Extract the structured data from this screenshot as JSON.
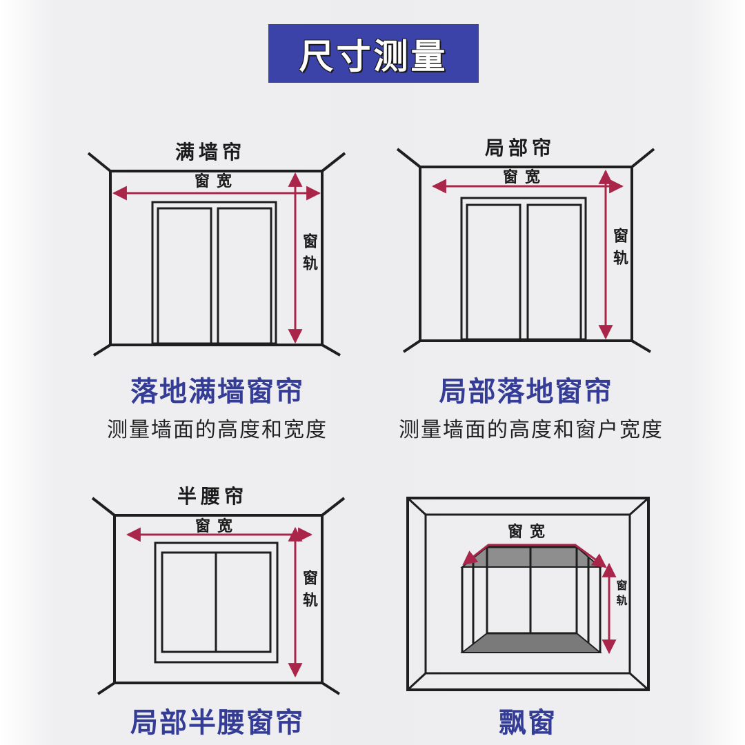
{
  "title": "尺寸测量",
  "panels": [
    {
      "heading": "满墙帘",
      "width_label": "窗宽",
      "height_label": "窗轨",
      "caption": "落地满墙窗帘",
      "description": "测量墙面的高度和宽度"
    },
    {
      "heading": "局部帘",
      "width_label": "窗宽",
      "height_label": "窗轨",
      "caption": "局部落地窗帘",
      "description": "测量墙面的高度和窗户宽度"
    },
    {
      "heading": "半腰帘",
      "width_label": "窗宽",
      "height_label": "窗轨",
      "caption": "局部半腰窗帘"
    },
    {
      "width_label": "窗宽",
      "height_label": "窗轨",
      "caption": "飘窗"
    }
  ],
  "colors": {
    "title_bg": "#3b43a8",
    "caption": "#343c96",
    "arrow": "#a9264a"
  }
}
